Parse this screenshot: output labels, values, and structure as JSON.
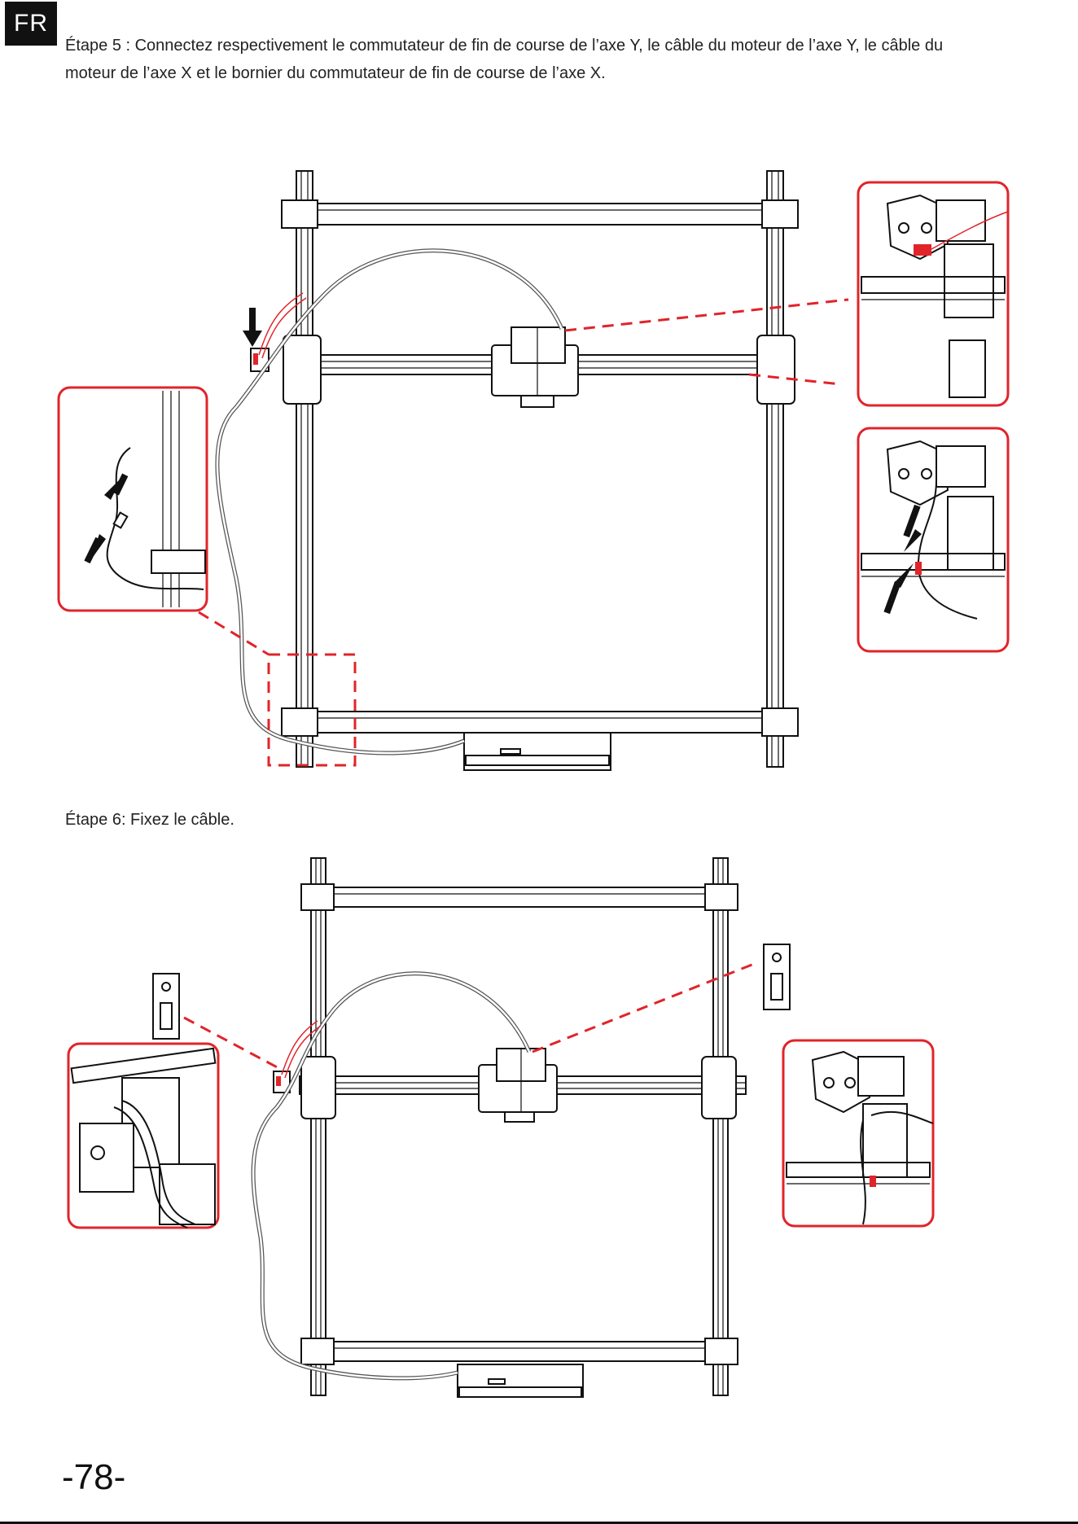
{
  "language_badge": "FR",
  "step5": {
    "text": "Étape 5 : Connectez respectivement le commutateur de fin de course de l’axe Y, le câble du moteur de l’axe Y, le câble du moteur de l’axe X et le bornier du commutateur de fin de course de l’axe X."
  },
  "step6": {
    "text": "Étape 6: Fixez le câble."
  },
  "footer": {
    "page_number": "-78-"
  },
  "colors": {
    "accent_red": "#e0242a",
    "ink": "#111111",
    "badge_bg": "#111111"
  }
}
